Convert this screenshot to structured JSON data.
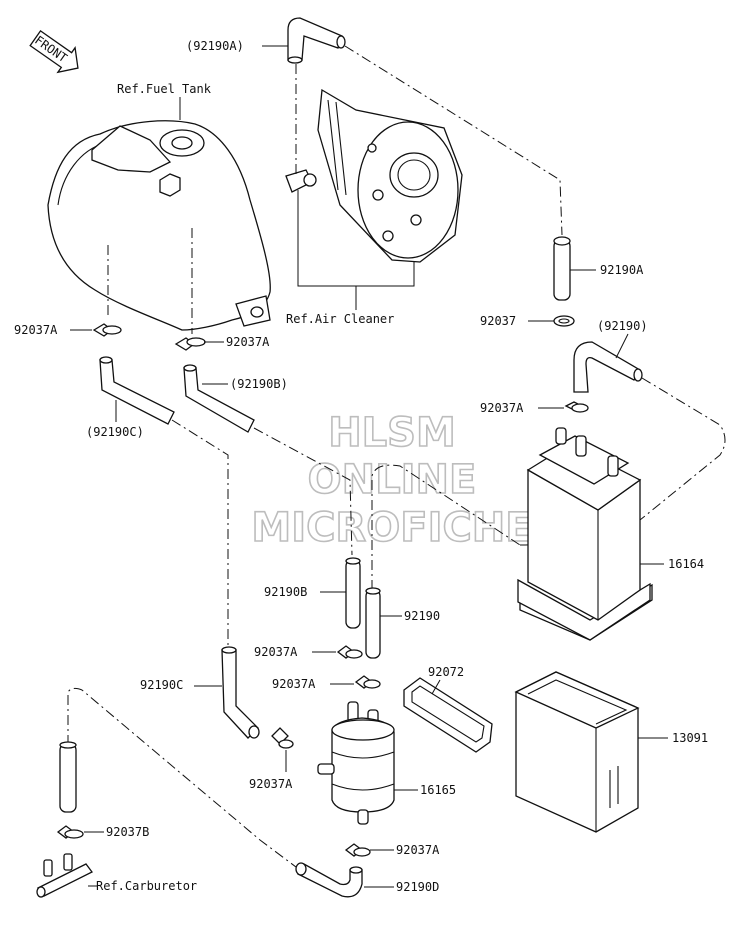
{
  "front_arrow": {
    "label": "FRONT"
  },
  "watermark": {
    "line1": "HLSM",
    "line2": "ONLINE",
    "line3": "MICROFICHE"
  },
  "references": {
    "fuel_tank": "Ref.Fuel Tank",
    "air_cleaner": "Ref.Air Cleaner",
    "carburetor": "Ref.Carburetor"
  },
  "parts": {
    "hose_92190A_top": "(92190A)",
    "hose_92190A_right": "92190A",
    "clip_92037": "92037",
    "hose_92190_paren": "(92190)",
    "clip_92037A_canister": "92037A",
    "clip_92037A_tank_left": "92037A",
    "clip_92037A_tank_right": "92037A",
    "hose_92190B_paren": "(92190B)",
    "hose_92190C_paren": "(92190C)",
    "canister_16164": "16164",
    "hose_92190B": "92190B",
    "hose_92190": "92190",
    "clip_92037A_mid": "92037A",
    "band_92072": "92072",
    "clip_92037A_filter_top": "92037A",
    "hose_92190C": "92190C",
    "bracket_13091": "13091",
    "clip_92037A_filter_side": "92037A",
    "filter_16165": "16165",
    "clip_92037B": "92037B",
    "clip_92037A_bottom": "92037A",
    "hose_92190D": "92190D"
  }
}
